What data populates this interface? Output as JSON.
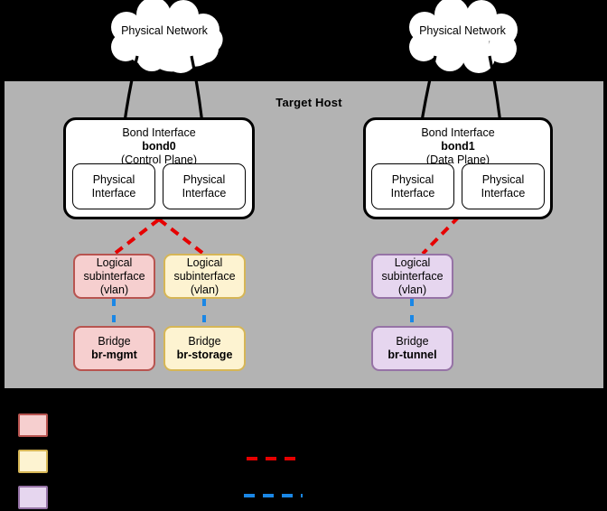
{
  "diagram": {
    "host": {
      "title": "Target Host",
      "bg_color": "#b3b3b3"
    },
    "clouds": [
      {
        "id": "cloud-left",
        "line1": "Physical",
        "line2": "Network"
      },
      {
        "id": "cloud-right",
        "line1": "Physical",
        "line2": "Network"
      }
    ],
    "bonds": [
      {
        "id": "bond0",
        "title": "Bond Interface",
        "name": "bond0",
        "role": "(Control Plane)",
        "nics": [
          {
            "line1": "Physical",
            "line2": "Interface"
          },
          {
            "line1": "Physical",
            "line2": "Interface"
          }
        ]
      },
      {
        "id": "bond1",
        "title": "Bond Interface",
        "name": "bond1",
        "role": "(Data Plane)",
        "nics": [
          {
            "line1": "Physical",
            "line2": "Interface"
          },
          {
            "line1": "Physical",
            "line2": "Interface"
          }
        ]
      }
    ],
    "vlans": [
      {
        "id": "vlan-mgmt",
        "line1": "Logical",
        "line2": "subinterface",
        "line3": "(vlan)",
        "color": "#f6cfcf",
        "border": "#b85450"
      },
      {
        "id": "vlan-storage",
        "line1": "Logical",
        "line2": "subinterface",
        "line3": "(vlan)",
        "color": "#fdf3d1",
        "border": "#d6b656"
      },
      {
        "id": "vlan-tunnel",
        "line1": "Logical",
        "line2": "subinterface",
        "line3": "(vlan)",
        "color": "#e6d6ef",
        "border": "#9673a6"
      }
    ],
    "bridges": [
      {
        "id": "br-mgmt",
        "line1": "Bridge",
        "line2": "br-mgmt",
        "color": "#f6cfcf",
        "border": "#b85450"
      },
      {
        "id": "br-storage",
        "line1": "Bridge",
        "line2": "br-storage",
        "color": "#fdf3d1",
        "border": "#d6b656"
      },
      {
        "id": "br-tunnel",
        "line1": "Bridge",
        "line2": "br-tunnel",
        "color": "#e6d6ef",
        "border": "#9673a6"
      }
    ],
    "connections": {
      "vlan_link_color": "#e60000",
      "bridge_link_color": "#1a87e6",
      "physical_link_color": "#000000"
    }
  },
  "legend": {
    "swatches": [
      {
        "id": "legend-mgmt",
        "label": "",
        "color": "#f6cfcf",
        "border": "#b85450"
      },
      {
        "id": "legend-storage",
        "label": "",
        "color": "#fdf3d1",
        "border": "#d6b656"
      },
      {
        "id": "legend-tunnel",
        "label": "",
        "color": "#e6d6ef",
        "border": "#9673a6"
      }
    ],
    "lines": [
      {
        "id": "legend-red-dashed",
        "label": "",
        "color": "#e60000"
      },
      {
        "id": "legend-blue-dashed",
        "label": "",
        "color": "#1a87e6"
      }
    ]
  }
}
